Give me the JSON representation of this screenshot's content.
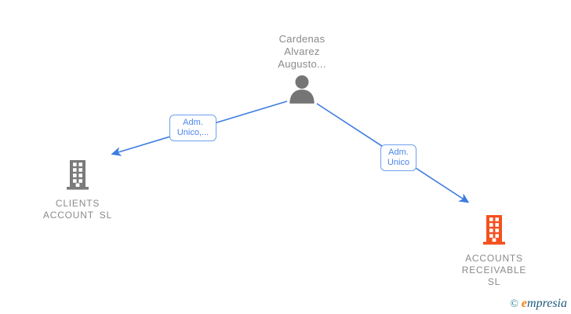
{
  "diagram": {
    "person": {
      "name": "Cardenas Alvarez Augusto...",
      "icon": "person-icon"
    },
    "companies": [
      {
        "name": "CLIENTS ACCOUNT  SL",
        "icon": "building-icon",
        "icon_color": "#7b7b7b"
      },
      {
        "name": "ACCOUNTS RECEIVABLE SL",
        "icon": "building-icon",
        "icon_color": "#f4511e"
      }
    ],
    "edges": [
      {
        "from": "Cardenas Alvarez Augusto...",
        "to": "CLIENTS ACCOUNT SL",
        "label": "Adm. Unico,..."
      },
      {
        "from": "Cardenas Alvarez Augusto...",
        "to": "ACCOUNTS RECEIVABLE SL",
        "label": "Adm. Unico"
      }
    ]
  },
  "colors": {
    "edge_blue": "#3d7ce0",
    "label_blue": "#4a86e8",
    "label_border": "#6ea0ee",
    "node_text": "#8a8a8a",
    "icon_gray": "#757575",
    "building_gray": "#7b7b7b",
    "accent_orange": "#f4511e",
    "logo_teal": "#2b7f9f",
    "logo_orange": "#ef7f1a",
    "logo_dark": "#1d5a7d"
  },
  "footer": {
    "copyright_symbol": "©",
    "brand_first_letter": "e",
    "brand_rest": "mpresia"
  }
}
